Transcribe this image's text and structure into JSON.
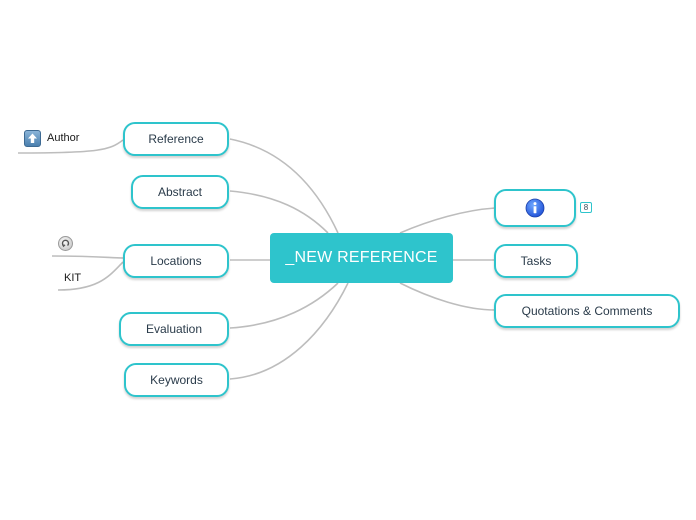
{
  "map": {
    "central": "_NEW REFERENCE",
    "left_branches": [
      {
        "label": "Reference"
      },
      {
        "label": "Abstract"
      },
      {
        "label": "Locations"
      },
      {
        "label": "Evaluation"
      },
      {
        "label": "Keywords"
      }
    ],
    "right_branches": [
      {
        "label": "",
        "icon": "info-icon",
        "badge": "8"
      },
      {
        "label": "Tasks"
      },
      {
        "label": "Quotations & Comments"
      }
    ],
    "subtopics": {
      "author": {
        "label": "Author",
        "icon": "up-arrow-icon"
      },
      "location_icon": "link-icon",
      "location_kit": "KIT"
    }
  },
  "colors": {
    "accent": "#2ec4cc",
    "connector": "#b5b5b5",
    "node_text": "#2a3b4a"
  }
}
